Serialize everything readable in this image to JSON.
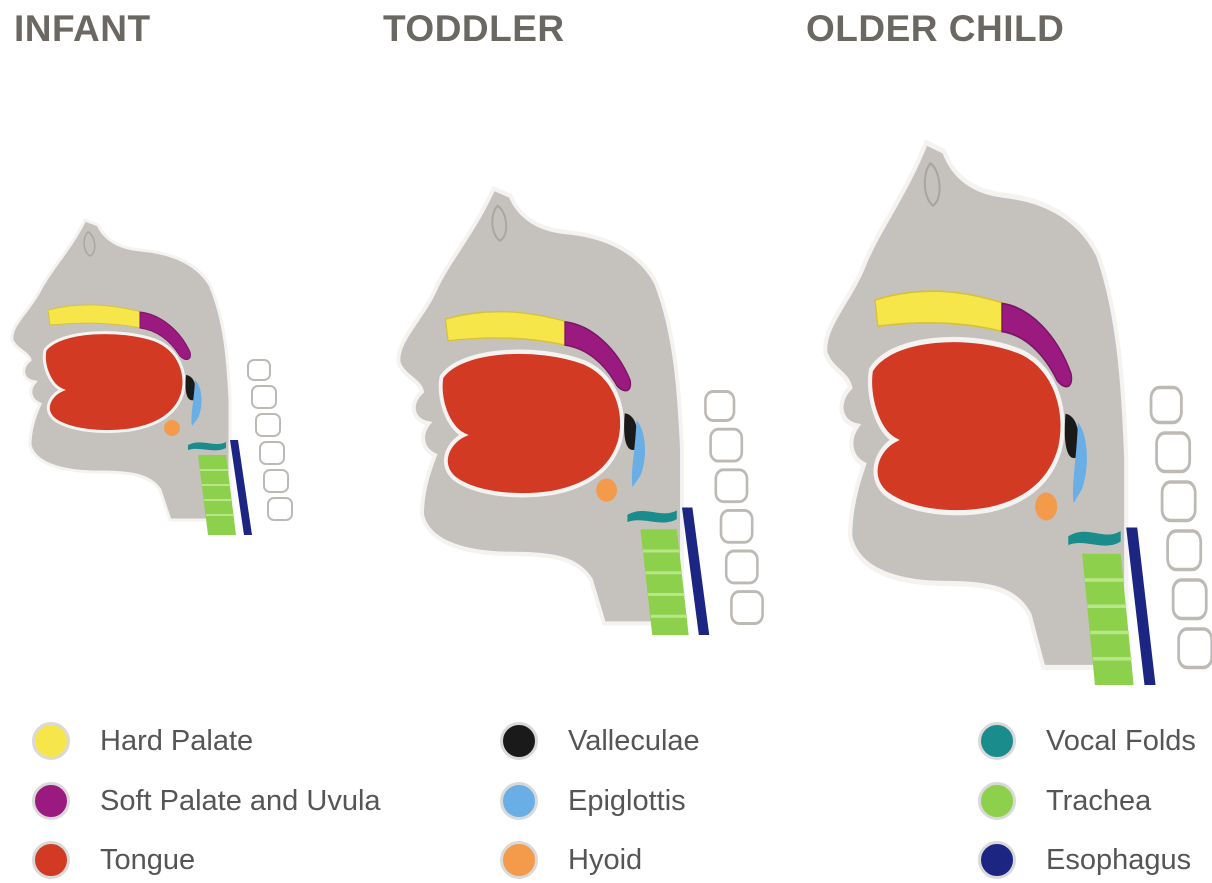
{
  "stages": {
    "infant": "INFANT",
    "toddler": "TODDLER",
    "older_child": "OLDER CHILD"
  },
  "legend": [
    {
      "label": "Hard Palate",
      "color": "#f7e64a"
    },
    {
      "label": "Soft Palate and Uvula",
      "color": "#9b1a7f"
    },
    {
      "label": "Tongue",
      "color": "#d23a23"
    },
    {
      "label": "Valleculae",
      "color": "#1a1a1a"
    },
    {
      "label": "Epiglottis",
      "color": "#6aaee6"
    },
    {
      "label": "Hyoid",
      "color": "#f39a4b"
    },
    {
      "label": "Vocal Folds",
      "color": "#1b8c8c"
    },
    {
      "label": "Trachea",
      "color": "#8dd04b"
    },
    {
      "label": "Esophagus",
      "color": "#1c2682"
    }
  ],
  "colors": {
    "tissue": "#c5c2be",
    "outline": "#a9a6a2",
    "title": "#6b6864",
    "vertebra": "#ffffff"
  }
}
